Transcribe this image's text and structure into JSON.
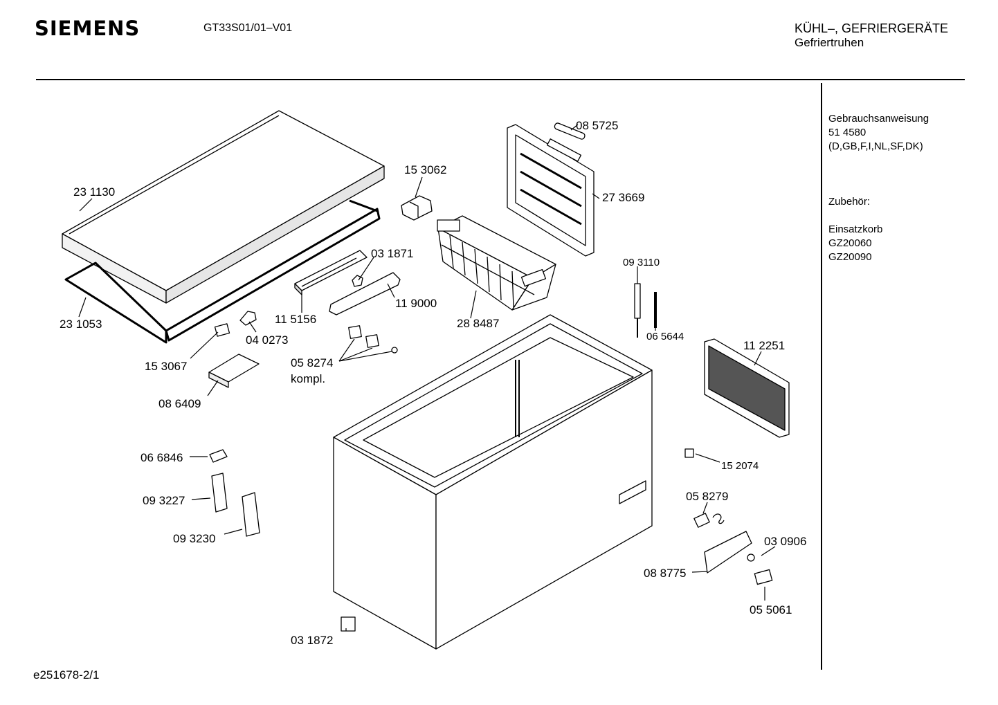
{
  "header": {
    "brand": "SIEMENS",
    "model": "GT33S01/01–V01",
    "category": "KÜHL–, GEFRIERGERÄTE",
    "subcategory": "Gefriertruhen"
  },
  "sidebar": {
    "manual_title": "Gebrauchsanweisung",
    "manual_number": "51 4580",
    "manual_languages": "(D,GB,F,I,NL,SF,DK)",
    "accessories_title": "Zubehör:",
    "accessory_name": "Einsatzkorb",
    "accessory_codes": [
      "GZ20060",
      "GZ20090"
    ]
  },
  "parts": {
    "p231130": "23 1130",
    "p231053": "23 1053",
    "p153062": "15 3062",
    "p085725": "08 5725",
    "p273669": "27 3669",
    "p031871": "03 1871",
    "p115156": "11 5156",
    "p119000": "11 9000",
    "p288487": "28 8487",
    "p040273": "04 0273",
    "p153067": "15 3067",
    "p058274": "05 8274",
    "kompl": "kompl.",
    "p086409": "08 6409",
    "p093110": "09 3110",
    "p065644": "06 5644",
    "p112251": "11 2251",
    "p066846": "06 6846",
    "p093227": "09 3227",
    "p093230": "09 3230",
    "p152074": "15 2074",
    "p058279": "05 8279",
    "p030906": "03 0906",
    "p088775": "08 8775",
    "p055061": "05 5061",
    "p031872": "03 1872"
  },
  "footer": {
    "drawing_id": "e251678‑2/1"
  }
}
